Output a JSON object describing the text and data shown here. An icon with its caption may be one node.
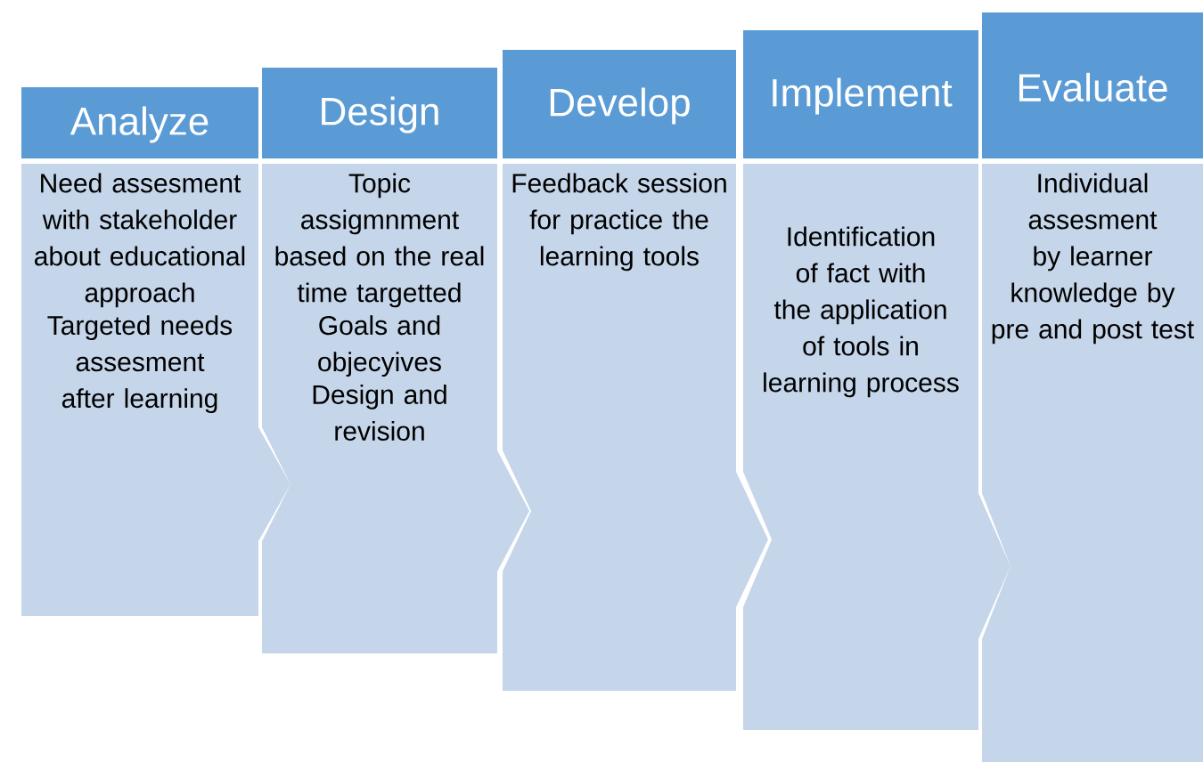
{
  "diagram": {
    "nodes": [
      {
        "text": [
          "Analyze",
          "Need assesment with stakeholder about educational approach",
          "Targeted needs assesment after learning"
        ]
      },
      {
        "text": [
          "Design",
          "Topic assigmnment based on the real time targetted",
          "Goals and objecyives",
          "Design and revision"
        ]
      },
      {
        "text": [
          "Develop",
          "Feedback session for practice the learning tools"
        ]
      },
      {
        "text": [
          "Implement",
          "Identification of fact with the application of tools in learning process"
        ]
      },
      {
        "text": [
          "Evaluate",
          "Individual assesment by learner knowledge by pre and post test"
        ]
      }
    ]
  }
}
